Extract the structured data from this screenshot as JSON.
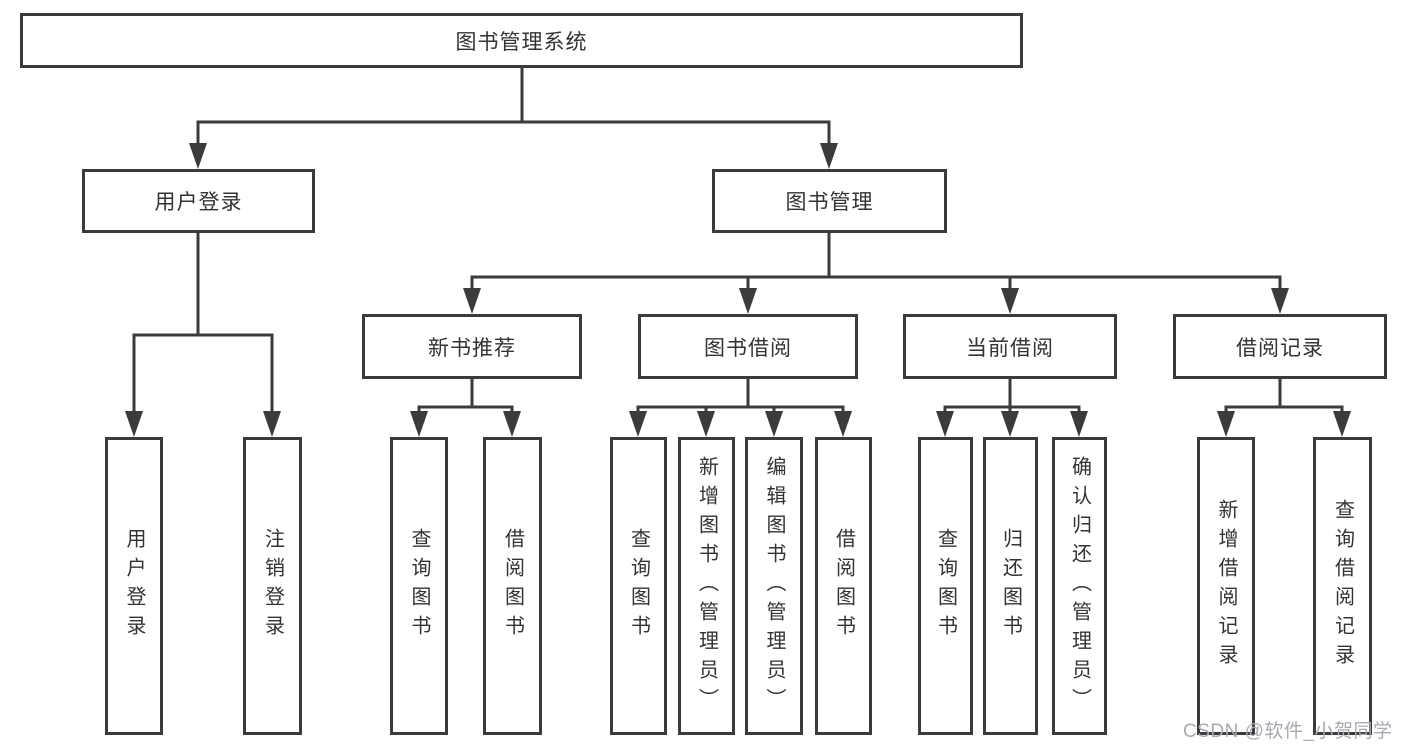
{
  "diagram_title": "图书管理系统",
  "nodes": {
    "root": {
      "label": "图书管理系统"
    },
    "level2": [
      {
        "id": "user-login",
        "label": "用户登录"
      },
      {
        "id": "book-management",
        "label": "图书管理"
      }
    ],
    "level3": [
      {
        "id": "new-book-recommendation",
        "label": "新书推荐",
        "parent": "图书管理"
      },
      {
        "id": "book-borrowing",
        "label": "图书借阅",
        "parent": "图书管理"
      },
      {
        "id": "current-borrowing",
        "label": "当前借阅",
        "parent": "图书管理"
      },
      {
        "id": "borrowing-records",
        "label": "借阅记录",
        "parent": "图书管理"
      }
    ],
    "leaves": [
      {
        "label": "用户登录",
        "parent": "用户登录"
      },
      {
        "label": "注销登录",
        "parent": "用户登录"
      },
      {
        "label": "查询图书",
        "parent": "新书推荐"
      },
      {
        "label": "借阅图书",
        "parent": "新书推荐"
      },
      {
        "label": "查询图书",
        "parent": "图书借阅"
      },
      {
        "label": "新增图书（管理员）",
        "parent": "图书借阅"
      },
      {
        "label": "编辑图书（管理员）",
        "parent": "图书借阅"
      },
      {
        "label": "借阅图书",
        "parent": "图书借阅"
      },
      {
        "label": "查询图书",
        "parent": "当前借阅"
      },
      {
        "label": "归还图书",
        "parent": "当前借阅"
      },
      {
        "label": "确认归还（管理员）",
        "parent": "当前借阅"
      },
      {
        "label": "新增借阅记录",
        "parent": "借阅记录"
      },
      {
        "label": "查询借阅记录",
        "parent": "借阅记录"
      }
    ]
  },
  "watermark": {
    "text": "CSDN @软件_小贺同学"
  },
  "colors": {
    "line": "#3b3b3b",
    "text": "#333333",
    "watermark": "#a9a9b2",
    "background": "#ffffff"
  }
}
